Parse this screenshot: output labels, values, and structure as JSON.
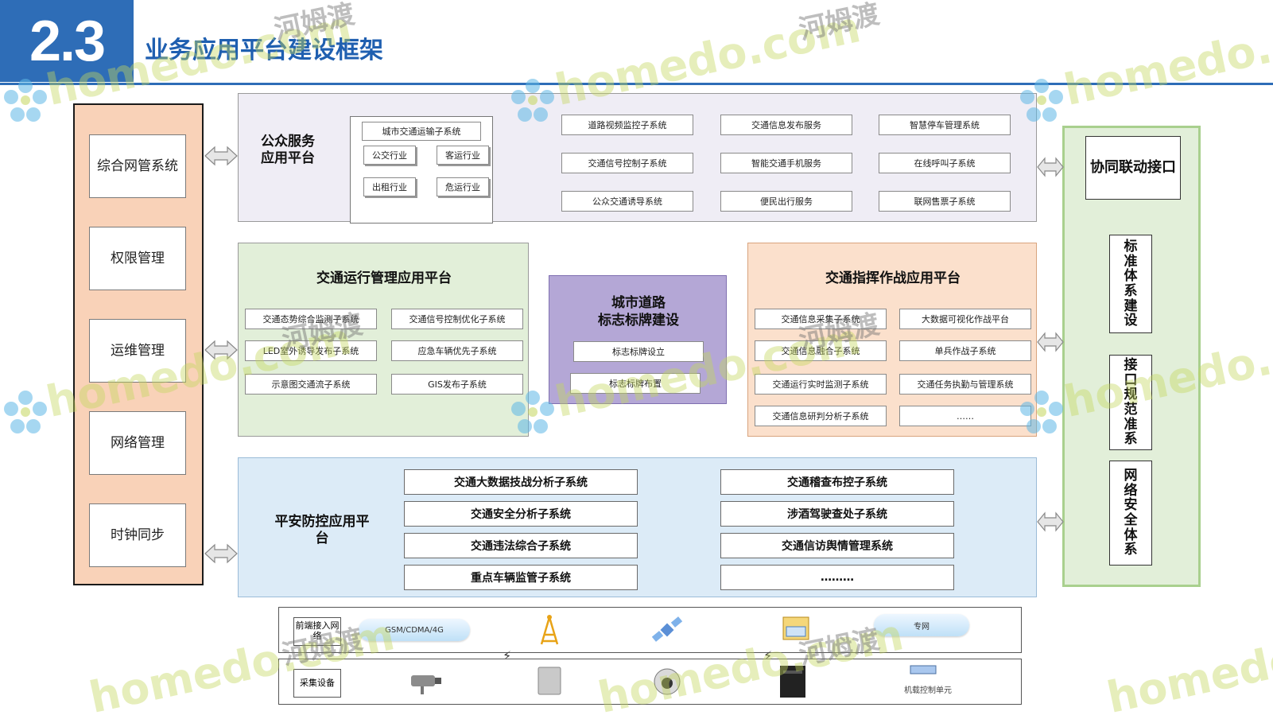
{
  "header": {
    "section_number": "2.3",
    "title": "业务应用平台建设框架"
  },
  "left_column": {
    "items": [
      "综合网管系统",
      "权限管理",
      "运维管理",
      "网络管理",
      "时钟同步"
    ]
  },
  "right_column": {
    "top": "协同联动接口",
    "items": [
      "标准体系建设",
      "接口规范准系",
      "网络安全体系"
    ]
  },
  "public_platform": {
    "title": "公众服务应用平台",
    "group_title": "城市交通运输子系统",
    "group_items": [
      "公交行业",
      "客运行业",
      "出租行业",
      "危运行业"
    ],
    "col1": [
      "道路视频监控子系统",
      "交通信号控制子系统",
      "公众交通诱导系统"
    ],
    "col2": [
      "交通信息发布服务",
      "智能交通手机服务",
      "便民出行服务"
    ],
    "col3": [
      "智慧停车管理系统",
      "在线呼叫子系统",
      "联网售票子系统"
    ]
  },
  "traffic_ops": {
    "title": "交通运行管理应用平台",
    "left": [
      "交通态势综合监测子系统",
      "LED室外诱导发布子系统",
      "示意图交通流子系统"
    ],
    "right": [
      "交通信号控制优化子系统",
      "应急车辆优先子系统",
      "GIS发布子系统"
    ]
  },
  "road_signs": {
    "title_line1": "城市道路",
    "title_line2": "标志标牌建设",
    "items": [
      "标志标牌设立",
      "标志标牌布置"
    ]
  },
  "command": {
    "title": "交通指挥作战应用平台",
    "left": [
      "交通信息采集子系统",
      "交通信息融合子系统",
      "交通运行实时监测子系统",
      "交通信息研判分析子系统"
    ],
    "right": [
      "大数据可视化作战平台",
      "单兵作战子系统",
      "交通任务执勤与管理系统",
      "……"
    ]
  },
  "safety": {
    "title": "平安防控应用平台",
    "left": [
      "交通大数据技战分析子系统",
      "交通安全分析子系统",
      "交通违法综合子系统",
      "重点车辆监管子系统"
    ],
    "right": [
      "交通稽查布控子系统",
      "涉酒驾驶查处子系统",
      "交通信访舆情管理系统",
      "………"
    ]
  },
  "network": {
    "row1_label": "前端接入网络",
    "row1_cloud_left": "GSM/CDMA/4G",
    "row1_cloud_right": "专网",
    "row2_label": "采集设备",
    "row2_text": "机载控制单元"
  },
  "watermark": {
    "en": "homedo.com",
    "cn": "河姆渡"
  },
  "colors": {
    "accent_blue": "#2e6db7",
    "left_fill": "#f9d2b8",
    "right_fill": "#e2efd9",
    "public_fill": "#efedf5",
    "ops_fill": "#e2efd9",
    "signs_fill": "#b4a7d6",
    "command_fill": "#fbe0cc",
    "safety_fill": "#dcebf7"
  }
}
